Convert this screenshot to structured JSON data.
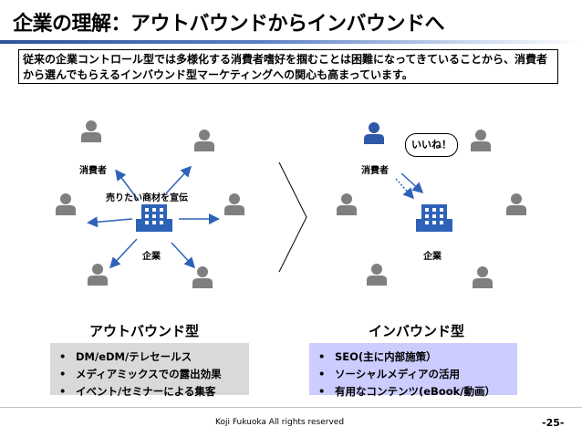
{
  "title": "企業の理解：アウトバウンドからインバウンドへ",
  "description": "従来の企業コントロール型では多様化する消費者嗜好を掴むことは困難になってきていることから、消費者から選んでもらえるインバウンド型マーケティングへの関心も高まっています。",
  "left_diagram": {
    "consumer_label": "消費者",
    "message_label": "売りたい商材を宣伝",
    "company_label": "企業",
    "heading": "アウトバウンド型",
    "bullets": [
      "DM/eDM/テレセールス",
      "メディアミックスでの露出効果",
      "イベント/セミナーによる集客"
    ]
  },
  "right_diagram": {
    "consumer_label": "消費者",
    "bubble_text": "いいね！",
    "company_label": "企業",
    "heading": "インバウンド型",
    "bullets": [
      "SEO(主に内部施策）",
      "ソーシャルメディアの活用",
      "有用なコンテンツ(eBook/動画）"
    ]
  },
  "colors": {
    "accent": "#2e5496",
    "person_gray": "#7f7f7f",
    "person_highlight": "#2f58a8",
    "building": "#2e62b8"
  },
  "icons": [
    "person-icon",
    "building-icon",
    "arrow-icon",
    "chevron-divider-icon"
  ],
  "footer": {
    "credit": "Koji Fukuoka  All rights reserved",
    "page": "-25-"
  }
}
